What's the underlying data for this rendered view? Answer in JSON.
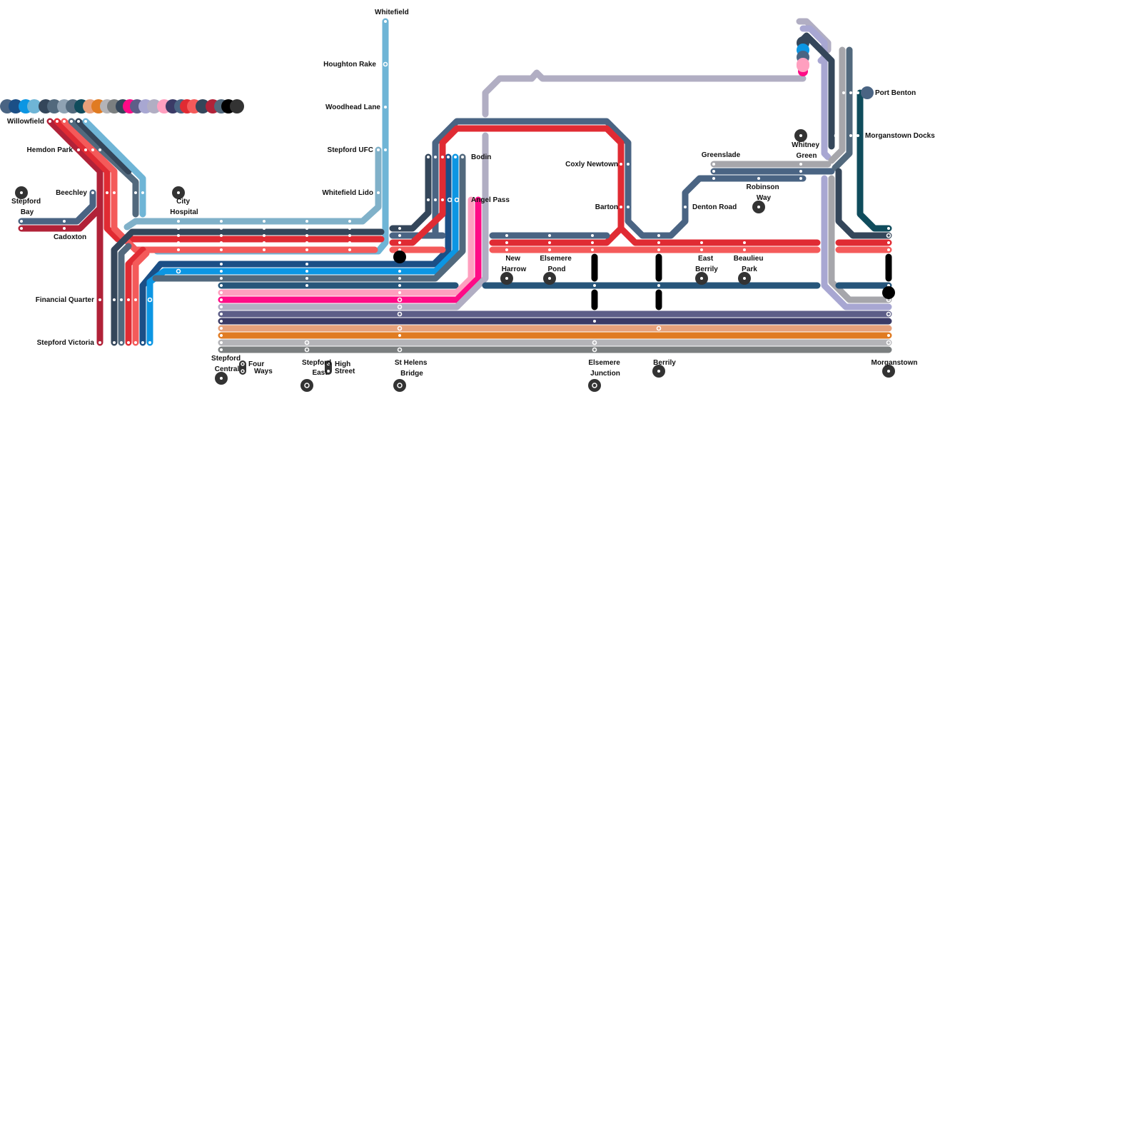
{
  "map": {
    "stations": [
      {
        "id": "whitefield",
        "name": "Whitefield"
      },
      {
        "id": "houghton-rake",
        "name": "Houghton Rake"
      },
      {
        "id": "woodhead-lane",
        "name": "Woodhead Lane"
      },
      {
        "id": "stepford-ufc",
        "name": "Stepford UFC"
      },
      {
        "id": "whitefield-lido",
        "name": "Whitefield Lido"
      },
      {
        "id": "willowfield",
        "name": "Willowfield"
      },
      {
        "id": "hemdon-park",
        "name": "Hemdon Park"
      },
      {
        "id": "beechley",
        "name": "Beechley"
      },
      {
        "id": "stepford-bay",
        "name": "Stepford Bay"
      },
      {
        "id": "cadoxton",
        "name": "Cadoxton"
      },
      {
        "id": "city-hospital",
        "name": "City Hospital"
      },
      {
        "id": "financial-quarter",
        "name": "Financial Quarter"
      },
      {
        "id": "stepford-victoria",
        "name": "Stepford Victoria"
      },
      {
        "id": "stepford-central",
        "name": "Stepford Central"
      },
      {
        "id": "four-ways",
        "name": "Four Ways"
      },
      {
        "id": "stepford-east",
        "name": "Stepford East"
      },
      {
        "id": "high-street",
        "name": "High Street"
      },
      {
        "id": "st-helens-bridge",
        "name": "St Helens Bridge"
      },
      {
        "id": "bodin",
        "name": "Bodin"
      },
      {
        "id": "angel-pass",
        "name": "Angel Pass"
      },
      {
        "id": "new-harrow",
        "name": "New Harrow"
      },
      {
        "id": "elsemere-pond",
        "name": "Elsemere Pond"
      },
      {
        "id": "coxly-newtown",
        "name": "Coxly Newtown"
      },
      {
        "id": "barton",
        "name": "Barton"
      },
      {
        "id": "elsemere-junction",
        "name": "Elsemere Junction"
      },
      {
        "id": "berrily",
        "name": "Berrily"
      },
      {
        "id": "east-berrily",
        "name": "East Berrily"
      },
      {
        "id": "beaulieu-park",
        "name": "Beaulieu Park"
      },
      {
        "id": "denton-road",
        "name": "Denton Road"
      },
      {
        "id": "greenslade",
        "name": "Greenslade"
      },
      {
        "id": "robinson-way",
        "name": "Robinson Way"
      },
      {
        "id": "whitney-green",
        "name": "Whitney Green"
      },
      {
        "id": "port-benton",
        "name": "Port Benton"
      },
      {
        "id": "morganstown-docks",
        "name": "Morganstown Docks"
      },
      {
        "id": "morganstown",
        "name": "Morganstown"
      }
    ],
    "line_colors": {
      "slate": "#4a6483",
      "navy": "#1b4f86",
      "azure": "#0c96e3",
      "sky": "#6fb5d6",
      "charcoal": "#34465a",
      "steel": "#52697d",
      "pewter": "#8fa2b3",
      "grey": "#a6a6ab",
      "teal": "#0f4c5c",
      "peach": "#e6a07a",
      "orange": "#e07b22",
      "ash": "#b4b4b8",
      "gunmetal": "#7b7f80",
      "magenta": "#ff0b86",
      "indigo": "#3a3a66",
      "lavender": "#a8a7d2",
      "lilac": "#b1aec3",
      "pink": "#ff9fbf",
      "dusk": "#5d5e88",
      "red": "#e02b33",
      "coral": "#f45a5a",
      "crimson": "#b12238",
      "denim": "#26557a",
      "lightblue": "#80b1c9",
      "black": "#000000",
      "interchange": "#333333"
    }
  }
}
